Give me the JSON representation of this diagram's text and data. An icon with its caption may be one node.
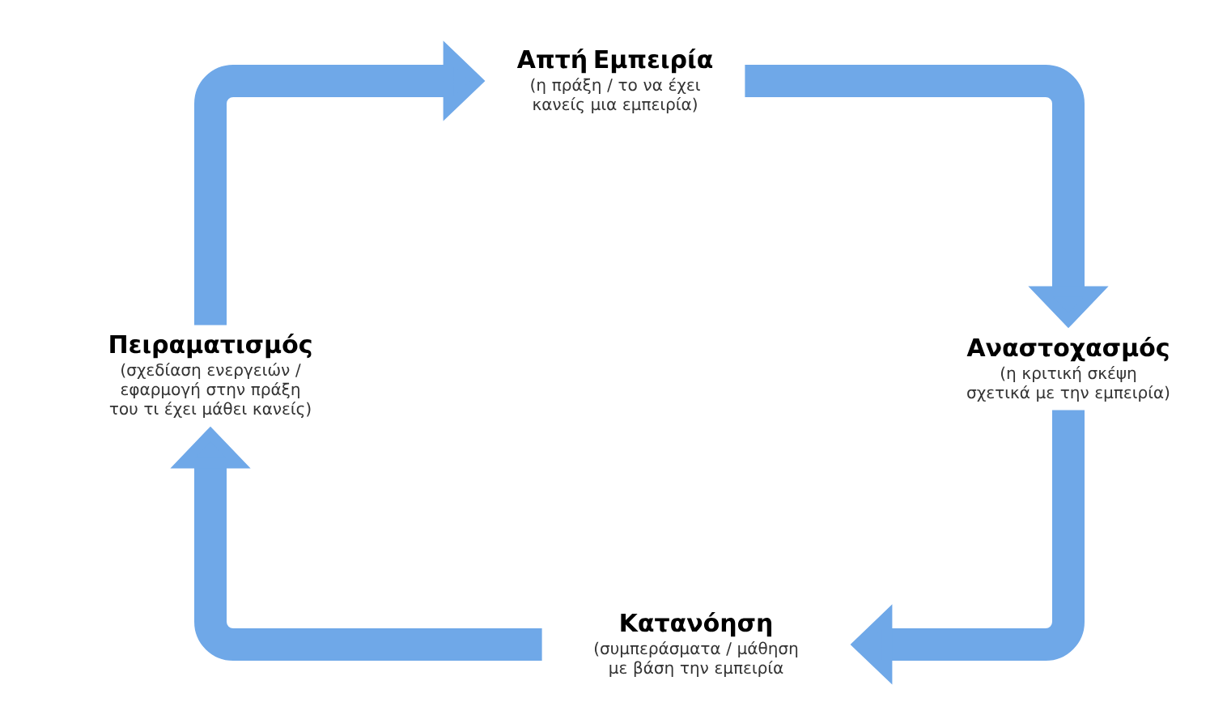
{
  "diagram": {
    "nodes": [
      {
        "text": [
          "Απτή Εμπειρία",
          "(η πράξη / το να έχει κανείς μια εμπειρία)"
        ]
      },
      {
        "text": [
          "Αναστοχασμός",
          "(η κριτική σκέψη σχετικά με την εμπειρία)"
        ]
      },
      {
        "text": [
          "Κατανόηση",
          "(συμπεράσματα / μάθηση με βάση την εμπειρία"
        ]
      },
      {
        "text": [
          "Πειραματισμός",
          "(σχεδίαση ενεργειών / εφαρμογή στην πράξη του τι έχει μάθει κανείς)"
        ]
      }
    ],
    "edges": [
      {
        "from": 3,
        "to": 0,
        "arrow": "to"
      },
      {
        "from": 0,
        "to": 1,
        "arrow": "to"
      },
      {
        "from": 1,
        "to": 2,
        "arrow": "to"
      },
      {
        "from": 2,
        "to": 3,
        "arrow": "to"
      }
    ]
  }
}
